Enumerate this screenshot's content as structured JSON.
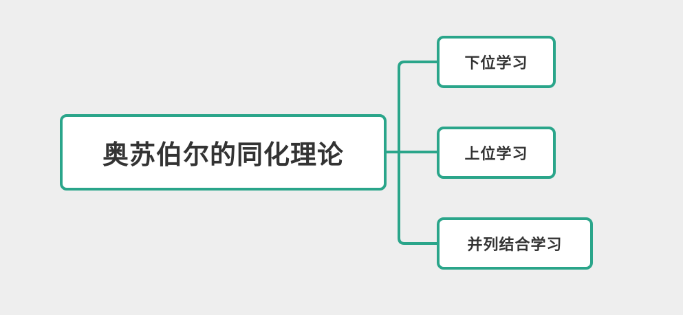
{
  "mindmap": {
    "root": {
      "label": "奥苏伯尔的同化理论"
    },
    "children": [
      {
        "label": "下位学习"
      },
      {
        "label": "上位学习"
      },
      {
        "label": "并列结合学习"
      }
    ]
  },
  "colors": {
    "background": "#eeeeee",
    "accent": "#2aa58a",
    "node_fill": "#ffffff",
    "text": "#333333"
  }
}
